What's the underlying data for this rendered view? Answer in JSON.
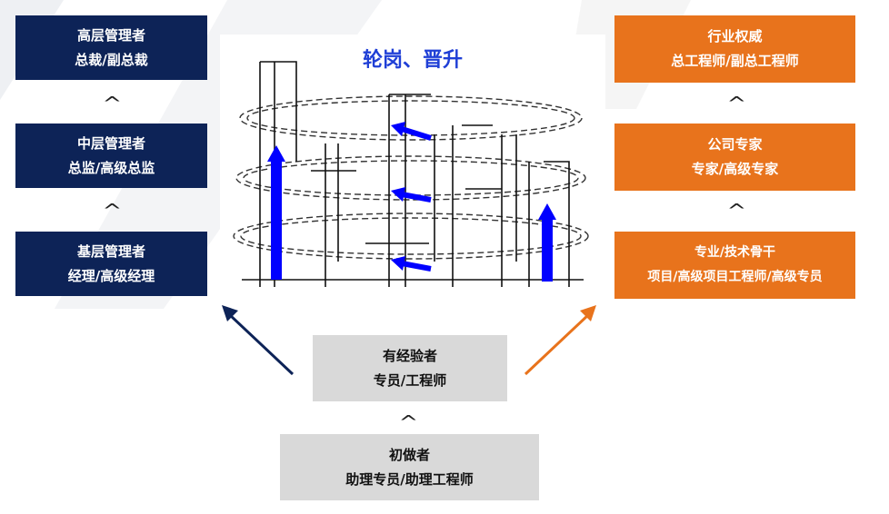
{
  "management": [
    {
      "level": "高层管理者",
      "titles": "总裁/副总裁"
    },
    {
      "level": "中层管理者",
      "titles": "总监/高级总监"
    },
    {
      "level": "基层管理者",
      "titles": "经理/高级经理"
    }
  ],
  "professional": [
    {
      "level": "行业权威",
      "titles": "总工程师/副总工程师"
    },
    {
      "level": "公司专家",
      "titles": "专家/高级专家"
    },
    {
      "level": "专业/技术骨干",
      "titles": "项目/高级项目工程师/高级专员"
    }
  ],
  "entry": [
    {
      "level": "有经验者",
      "titles": "专员/工程师"
    },
    {
      "level": "初做者",
      "titles": "助理专员/助理工程师"
    }
  ],
  "center": {
    "title": "轮岗、晋升"
  },
  "caret_symbol": "^",
  "colors": {
    "management": "#0d2357",
    "professional": "#e8731c",
    "entry": "#d9d9d9",
    "title": "#1f3fd6",
    "arrow": "#0000ff"
  }
}
